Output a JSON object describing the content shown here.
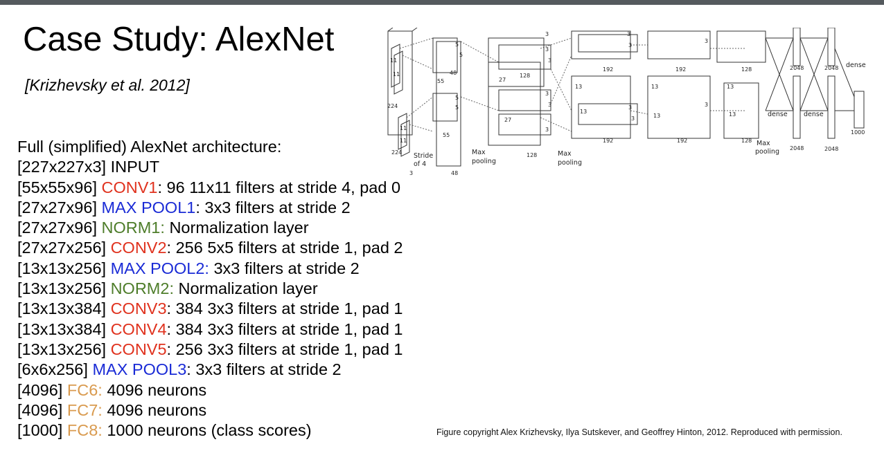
{
  "title": "Case Study: AlexNet",
  "citation": "[Krizhevsky et al. 2012]",
  "heading": "Full (simplified) AlexNet architecture:",
  "layers": [
    {
      "dims": "[227x227x3]",
      "name": "INPUT",
      "desc": ""
    },
    {
      "dims": "[55x55x96]",
      "name": "CONV1",
      "desc": ": 96 11x11 filters at stride 4, pad 0"
    },
    {
      "dims": "[27x27x96]",
      "name": "MAX POOL1",
      "desc": ": 3x3 filters at stride 2"
    },
    {
      "dims": "[27x27x96]",
      "name": "NORM1:",
      "desc": " Normalization layer"
    },
    {
      "dims": "[27x27x256]",
      "name": "CONV2",
      "desc": ": 256 5x5 filters at stride 1, pad 2"
    },
    {
      "dims": "[13x13x256]",
      "name": "MAX POOL2:",
      "desc": " 3x3 filters at stride 2"
    },
    {
      "dims": "[13x13x256]",
      "name": "NORM2:",
      "desc": " Normalization layer"
    },
    {
      "dims": "[13x13x384]",
      "name": "CONV3",
      "desc": ": 384 3x3 filters at stride 1, pad 1"
    },
    {
      "dims": "[13x13x384]",
      "name": "CONV4",
      "desc": ": 384 3x3 filters at stride 1, pad 1"
    },
    {
      "dims": "[13x13x256]",
      "name": "CONV5",
      "desc": ": 256 3x3 filters at stride 1, pad 1"
    },
    {
      "dims": "[6x6x256]",
      "name": "MAX POOL3",
      "desc": ": 3x3 filters at stride 2"
    },
    {
      "dims": "[4096]",
      "name": "FC6:",
      "desc": " 4096 neurons"
    },
    {
      "dims": "[4096]",
      "name": "FC7:",
      "desc": " 4096 neurons"
    },
    {
      "dims": "[1000]",
      "name": "FC8:",
      "desc": " 1000 neurons (class scores)"
    }
  ],
  "figure": {
    "labels": {
      "l11a": "11",
      "l11b": "11",
      "l11c": "11",
      "l11d": "11",
      "l224a": "224",
      "l224b": "224",
      "l3": "3",
      "stride": "Stride",
      "of4": "of 4",
      "l55a": "55",
      "l55b": "55",
      "l5a": "5",
      "l5b": "5",
      "l5c": "5",
      "l5d": "5",
      "l48a": "48",
      "l48b": "48",
      "l27a": "27",
      "l27b": "27",
      "l128a": "128",
      "l128b": "128",
      "l128c": "128",
      "l128d": "128",
      "l3a": "3",
      "l3b": "3",
      "l3c": "3",
      "l3d": "3",
      "l3e": "3",
      "l3f": "3",
      "l3g": "3",
      "l3h": "3",
      "l3i": "3",
      "l3j": "3",
      "l3k": "3",
      "l3l": "3",
      "l13a": "13",
      "l13b": "13",
      "l13c": "13",
      "l13d": "13",
      "l13e": "13",
      "l13f": "13",
      "l192a": "192",
      "l192b": "192",
      "l192c": "192",
      "l192d": "192",
      "max1": "Max",
      "pool1": "pooling",
      "max2": "Max",
      "pool2": "pooling",
      "max3": "Max",
      "pool3": "pooling",
      "l2048a": "2048",
      "l2048b": "2048",
      "l2048c": "2048",
      "l2048d": "2048",
      "dense1": "dense",
      "dense2": "dense",
      "dense3": "dense",
      "l1000": "1000"
    }
  },
  "copyright": "Figure copyright Alex Krizhevsky, Ilya Sutskever, and Geoffrey Hinton, 2012. Reproduced with permission.",
  "colors": {
    "conv": "#e0321e",
    "pool": "#1a2bd6",
    "norm": "#4e7d2a",
    "fc": "#d99a4e"
  }
}
